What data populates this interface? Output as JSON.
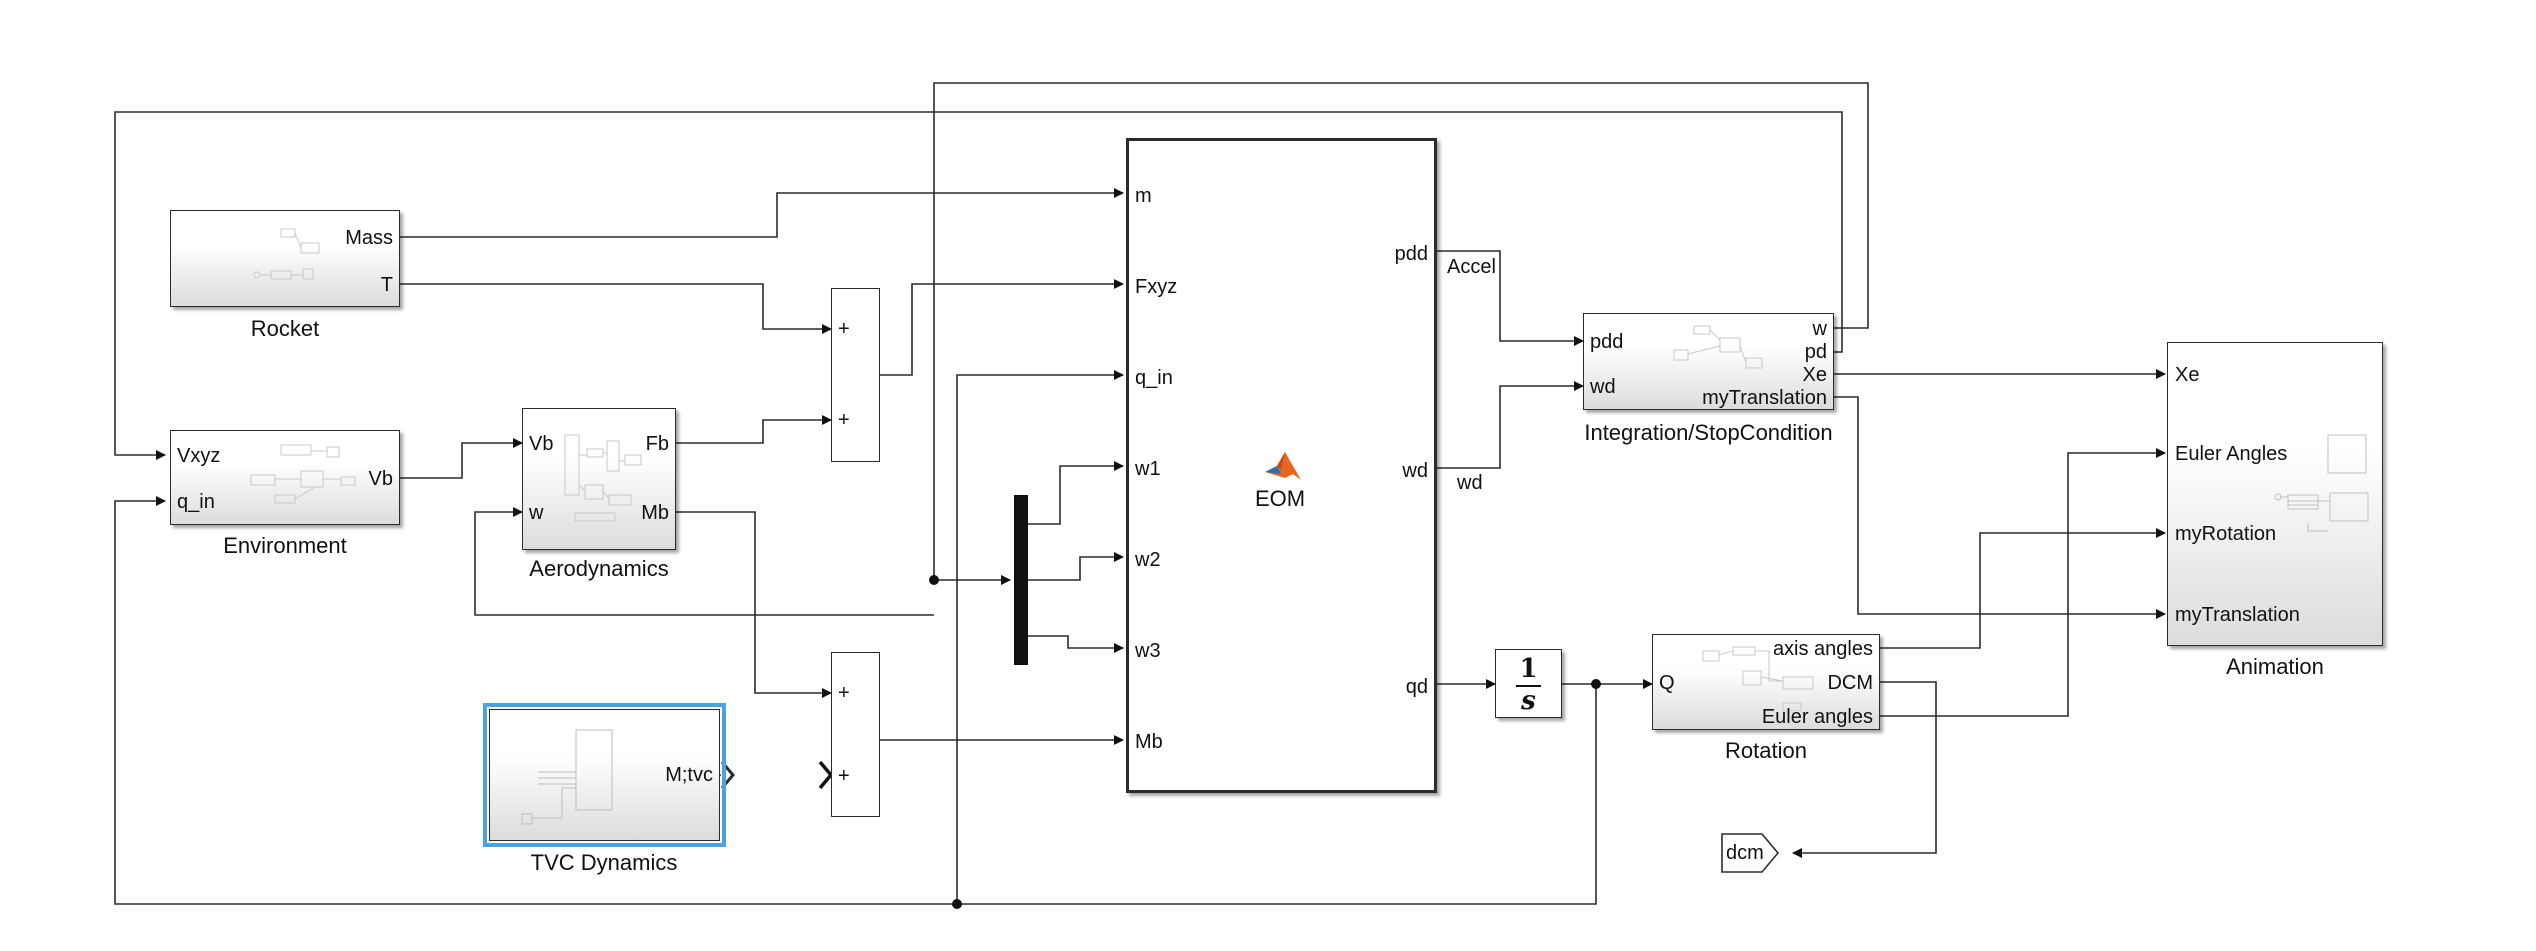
{
  "blocks": {
    "rocket": {
      "label": "Rocket",
      "ports_out": [
        "Mass",
        "T"
      ]
    },
    "environment": {
      "label": "Environment",
      "ports_in": [
        "Vxyz",
        "q_in"
      ],
      "ports_out": [
        "Vb"
      ]
    },
    "aerodynamics": {
      "label": "Aerodynamics",
      "ports_in": [
        "Vb",
        "w"
      ],
      "ports_out": [
        "Fb",
        "Mb"
      ]
    },
    "tvc": {
      "label": "TVC Dynamics",
      "ports_out": [
        "M;tvc"
      ]
    },
    "eom": {
      "label": "EOM",
      "ports_in": [
        "m",
        "Fxyz",
        "q_in",
        "w1",
        "w2",
        "w3",
        "Mb"
      ],
      "ports_out": [
        "pdd",
        "wd",
        "qd"
      ]
    },
    "integration": {
      "label": "Integration/StopCondition",
      "ports_in": [
        "pdd",
        "wd"
      ],
      "ports_out": [
        "w",
        "pd",
        "Xe",
        "myTranslation"
      ]
    },
    "rotation": {
      "label": "Rotation",
      "ports_in": [
        "Q"
      ],
      "ports_out": [
        "axis angles",
        "DCM",
        "Euler angles"
      ]
    },
    "animation": {
      "label": "Animation",
      "ports_in": [
        "Xe",
        "Euler Angles",
        "myRotation",
        "myTranslation"
      ]
    },
    "integrator": {
      "numerator": "1",
      "denominator": "s"
    },
    "goto": {
      "tag": "dcm"
    },
    "sum1": {
      "signs": [
        "+",
        "+"
      ]
    },
    "sum2": {
      "signs": [
        "+",
        "+"
      ]
    }
  },
  "signals": {
    "accel": "Accel",
    "wd": "wd"
  }
}
